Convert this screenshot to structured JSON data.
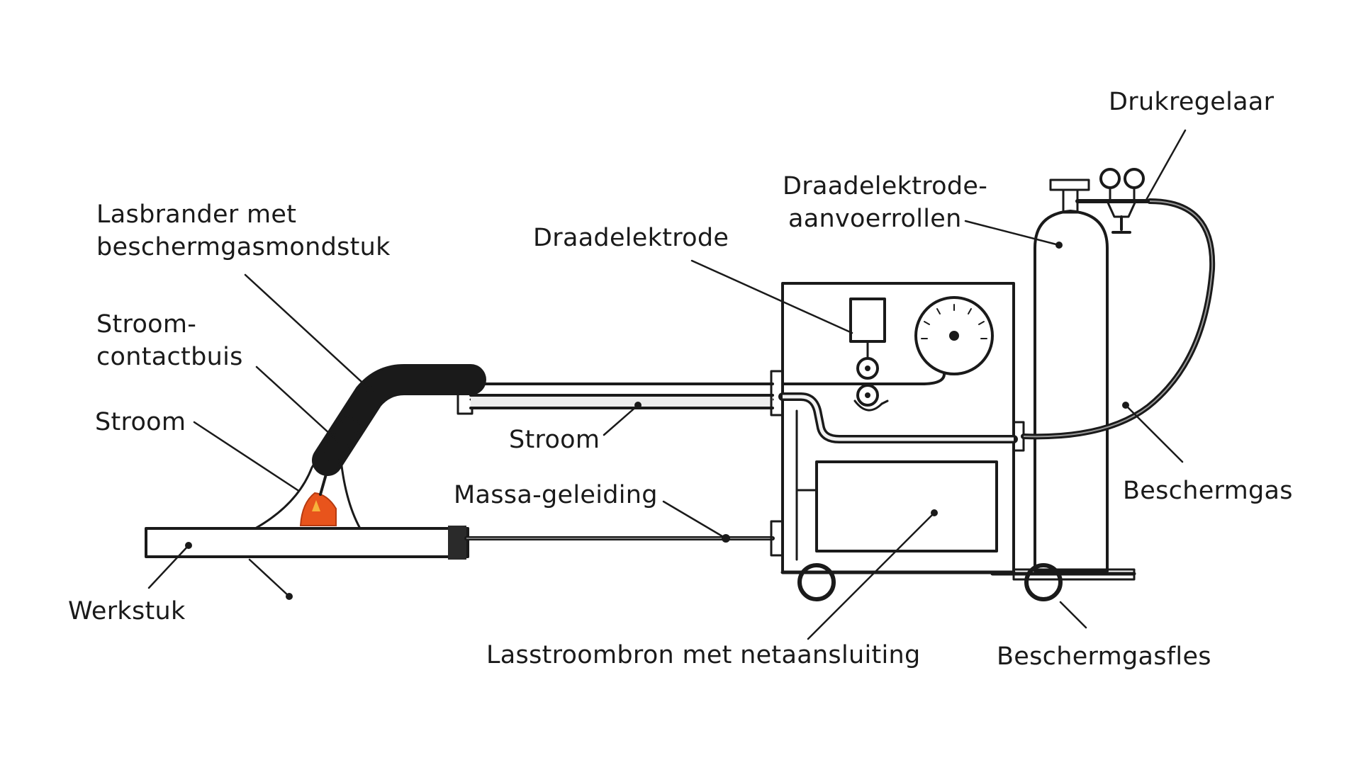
{
  "labels": {
    "drukregelaar": "Drukregelaar",
    "aanvoerrollen_line1": "Draadelektrode-",
    "aanvoerrollen_line2": "aanvoerrollen",
    "draadelektrode": "Draadelektrode",
    "lasbrander_line1": "Lasbrander met",
    "lasbrander_line2": "beschermgasmondstuk",
    "contactbuis_line1": "Stroom-",
    "contactbuis_line2": "contactbuis",
    "stroom_left": "Stroom",
    "stroom_mid": "Stroom",
    "massa": "Massa-geleiding",
    "werkstuk": "Werkstuk",
    "lasstroombron": "Lasstroombron met netaansluiting",
    "beschermgas": "Beschermgas",
    "beschermgasfles": "Beschermgasfles"
  },
  "colors": {
    "line": "#1a1a1a",
    "flame_outer": "#f7efc8",
    "flame_inner": "#e8541c",
    "cylinder": "#d9d9d9",
    "metal": "#e6e6e6"
  }
}
